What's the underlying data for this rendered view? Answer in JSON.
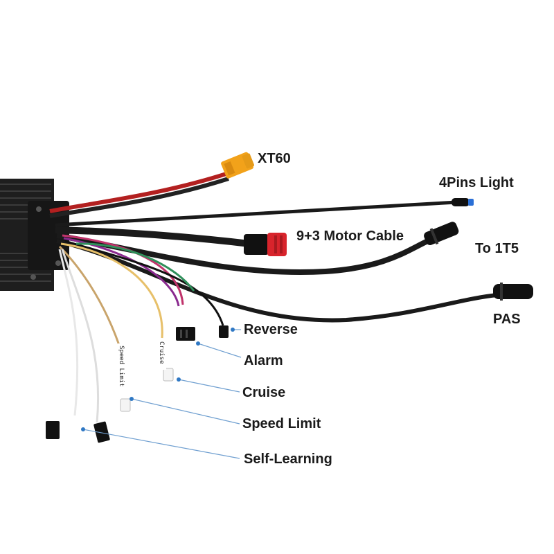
{
  "labels": {
    "xt60": "XT60",
    "four_pins_light": "4Pins Light",
    "motor_cable": "9+3 Motor Cable",
    "to_1t5": "To 1T5",
    "pas": "PAS",
    "reverse": "Reverse",
    "alarm": "Alarm",
    "cruise": "Cruise",
    "speed_limit": "Speed Limit",
    "self_learning": "Self-Learning"
  },
  "wire_tags": {
    "speed_limit": "Speed Limit",
    "cruise": "Cruise"
  },
  "colors": {
    "background": "#ffffff",
    "label_text": "#1a1a1a",
    "leader_line": "#6f9fd0",
    "leader_dot": "#2f78c4",
    "controller_body": "#1e1e1e",
    "xt60_yellow": "#f2a21a",
    "motor_plug_red": "#d8242c",
    "power_red": "#b32020"
  }
}
